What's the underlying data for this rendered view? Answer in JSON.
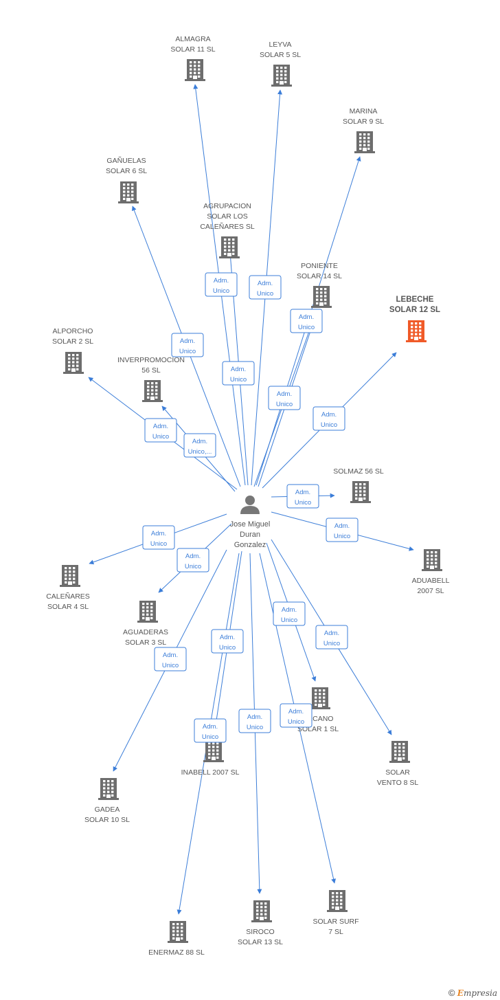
{
  "colors": {
    "edge": "#3b7dd8",
    "building": "#6d6d6d",
    "building_highlight": "#f05a28",
    "person": "#777777",
    "text": "#555555"
  },
  "center": {
    "name": [
      "Jose Miguel",
      "Duran",
      "Gonzalez"
    ],
    "icon": "person-icon"
  },
  "companies": [
    {
      "id": "almagra",
      "lines": [
        "ALMAGRA",
        "SOLAR 11 SL"
      ]
    },
    {
      "id": "leyva",
      "lines": [
        "LEYVA",
        "SOLAR 5 SL"
      ]
    },
    {
      "id": "marina",
      "lines": [
        "MARINA",
        "SOLAR 9 SL"
      ]
    },
    {
      "id": "ganuelas",
      "lines": [
        "GAÑUELAS",
        "SOLAR 6 SL"
      ]
    },
    {
      "id": "agrupacion",
      "lines": [
        "AGRUPACION",
        "SOLAR LOS",
        "CALEÑARES SL"
      ]
    },
    {
      "id": "poniente",
      "lines": [
        "PONIENTE",
        "SOLAR 14 SL"
      ]
    },
    {
      "id": "lebeche",
      "lines": [
        "LEBECHE",
        "SOLAR 12 SL"
      ],
      "highlight": true
    },
    {
      "id": "alporcho",
      "lines": [
        "ALPORCHO",
        "SOLAR 2 SL"
      ]
    },
    {
      "id": "inverpromocion",
      "lines": [
        "INVERPROMOCION",
        "56 SL"
      ]
    },
    {
      "id": "solmaz",
      "lines": [
        "SOLMAZ 56 SL"
      ]
    },
    {
      "id": "aduabell",
      "lines": [
        "ADUABELL",
        "2007 SL"
      ]
    },
    {
      "id": "calenares",
      "lines": [
        "CALEÑARES",
        "SOLAR 4 SL"
      ]
    },
    {
      "id": "aguaderas",
      "lines": [
        "AGUADERAS",
        "SOLAR 3 SL"
      ]
    },
    {
      "id": "vulcano",
      "lines": [
        "...LCANO",
        "SOLAR 1 SL"
      ]
    },
    {
      "id": "solarvento",
      "lines": [
        "SOLAR",
        "VENTO 8 SL"
      ]
    },
    {
      "id": "inabell",
      "lines": [
        "INABELL 2007 SL"
      ]
    },
    {
      "id": "gadea",
      "lines": [
        "GADEA",
        "SOLAR 10 SL"
      ]
    },
    {
      "id": "siroco",
      "lines": [
        "SIROCO",
        "SOLAR 13 SL"
      ]
    },
    {
      "id": "solarsurf",
      "lines": [
        "SOLAR SURF",
        "7 SL"
      ]
    },
    {
      "id": "enermaz",
      "lines": [
        "ENERMAZ 88 SL"
      ]
    }
  ],
  "edge_labels": [
    {
      "to": "almagra",
      "lines": [
        "Adm.",
        "Unico"
      ]
    },
    {
      "to": "leyva",
      "lines": [
        "Adm.",
        "Unico"
      ]
    },
    {
      "to": "marina",
      "lines": [
        "Adm.",
        "Unico"
      ]
    },
    {
      "to": "ganuelas",
      "lines": [
        "Adm.",
        "Unico"
      ]
    },
    {
      "to": "agrupacion",
      "lines": [
        "Adm.",
        "Unico"
      ]
    },
    {
      "to": "poniente",
      "lines": [
        "Adm.",
        "Unico"
      ]
    },
    {
      "to": "lebeche",
      "lines": [
        "Adm.",
        "Unico"
      ]
    },
    {
      "to": "alporcho",
      "lines": [
        "Adm.",
        "Unico"
      ]
    },
    {
      "to": "inverpromocion",
      "lines": [
        "Adm.",
        "Unico,..."
      ]
    },
    {
      "to": "solmaz",
      "lines": [
        "Adm.",
        "Unico"
      ]
    },
    {
      "to": "aduabell",
      "lines": [
        "Adm.",
        "Unico"
      ]
    },
    {
      "to": "calenares",
      "lines": [
        "Adm.",
        "Unico"
      ]
    },
    {
      "to": "aguaderas",
      "lines": [
        "Adm.",
        "Unico"
      ]
    },
    {
      "to": "vulcano",
      "lines": [
        "Adm.",
        "Unico"
      ]
    },
    {
      "to": "solarvento",
      "lines": [
        "Adm.",
        "Unico"
      ]
    },
    {
      "to": "inabell",
      "lines": [
        "Adm.",
        "Unico"
      ]
    },
    {
      "to": "gadea",
      "lines": [
        "Adm.",
        "Unico"
      ]
    },
    {
      "to": "siroco",
      "lines": [
        "Adm.",
        "Unico"
      ]
    },
    {
      "to": "solarsurf",
      "lines": [
        "Adm.",
        "Unico"
      ]
    },
    {
      "to": "enermaz",
      "lines": [
        "Adm.",
        "Unico"
      ]
    },
    {
      "to": "poniente",
      "lines": [
        "Adm.",
        "Unico"
      ]
    }
  ],
  "footer": {
    "copyright": "©",
    "brand_initial": "E",
    "brand_rest": "mpresia"
  }
}
